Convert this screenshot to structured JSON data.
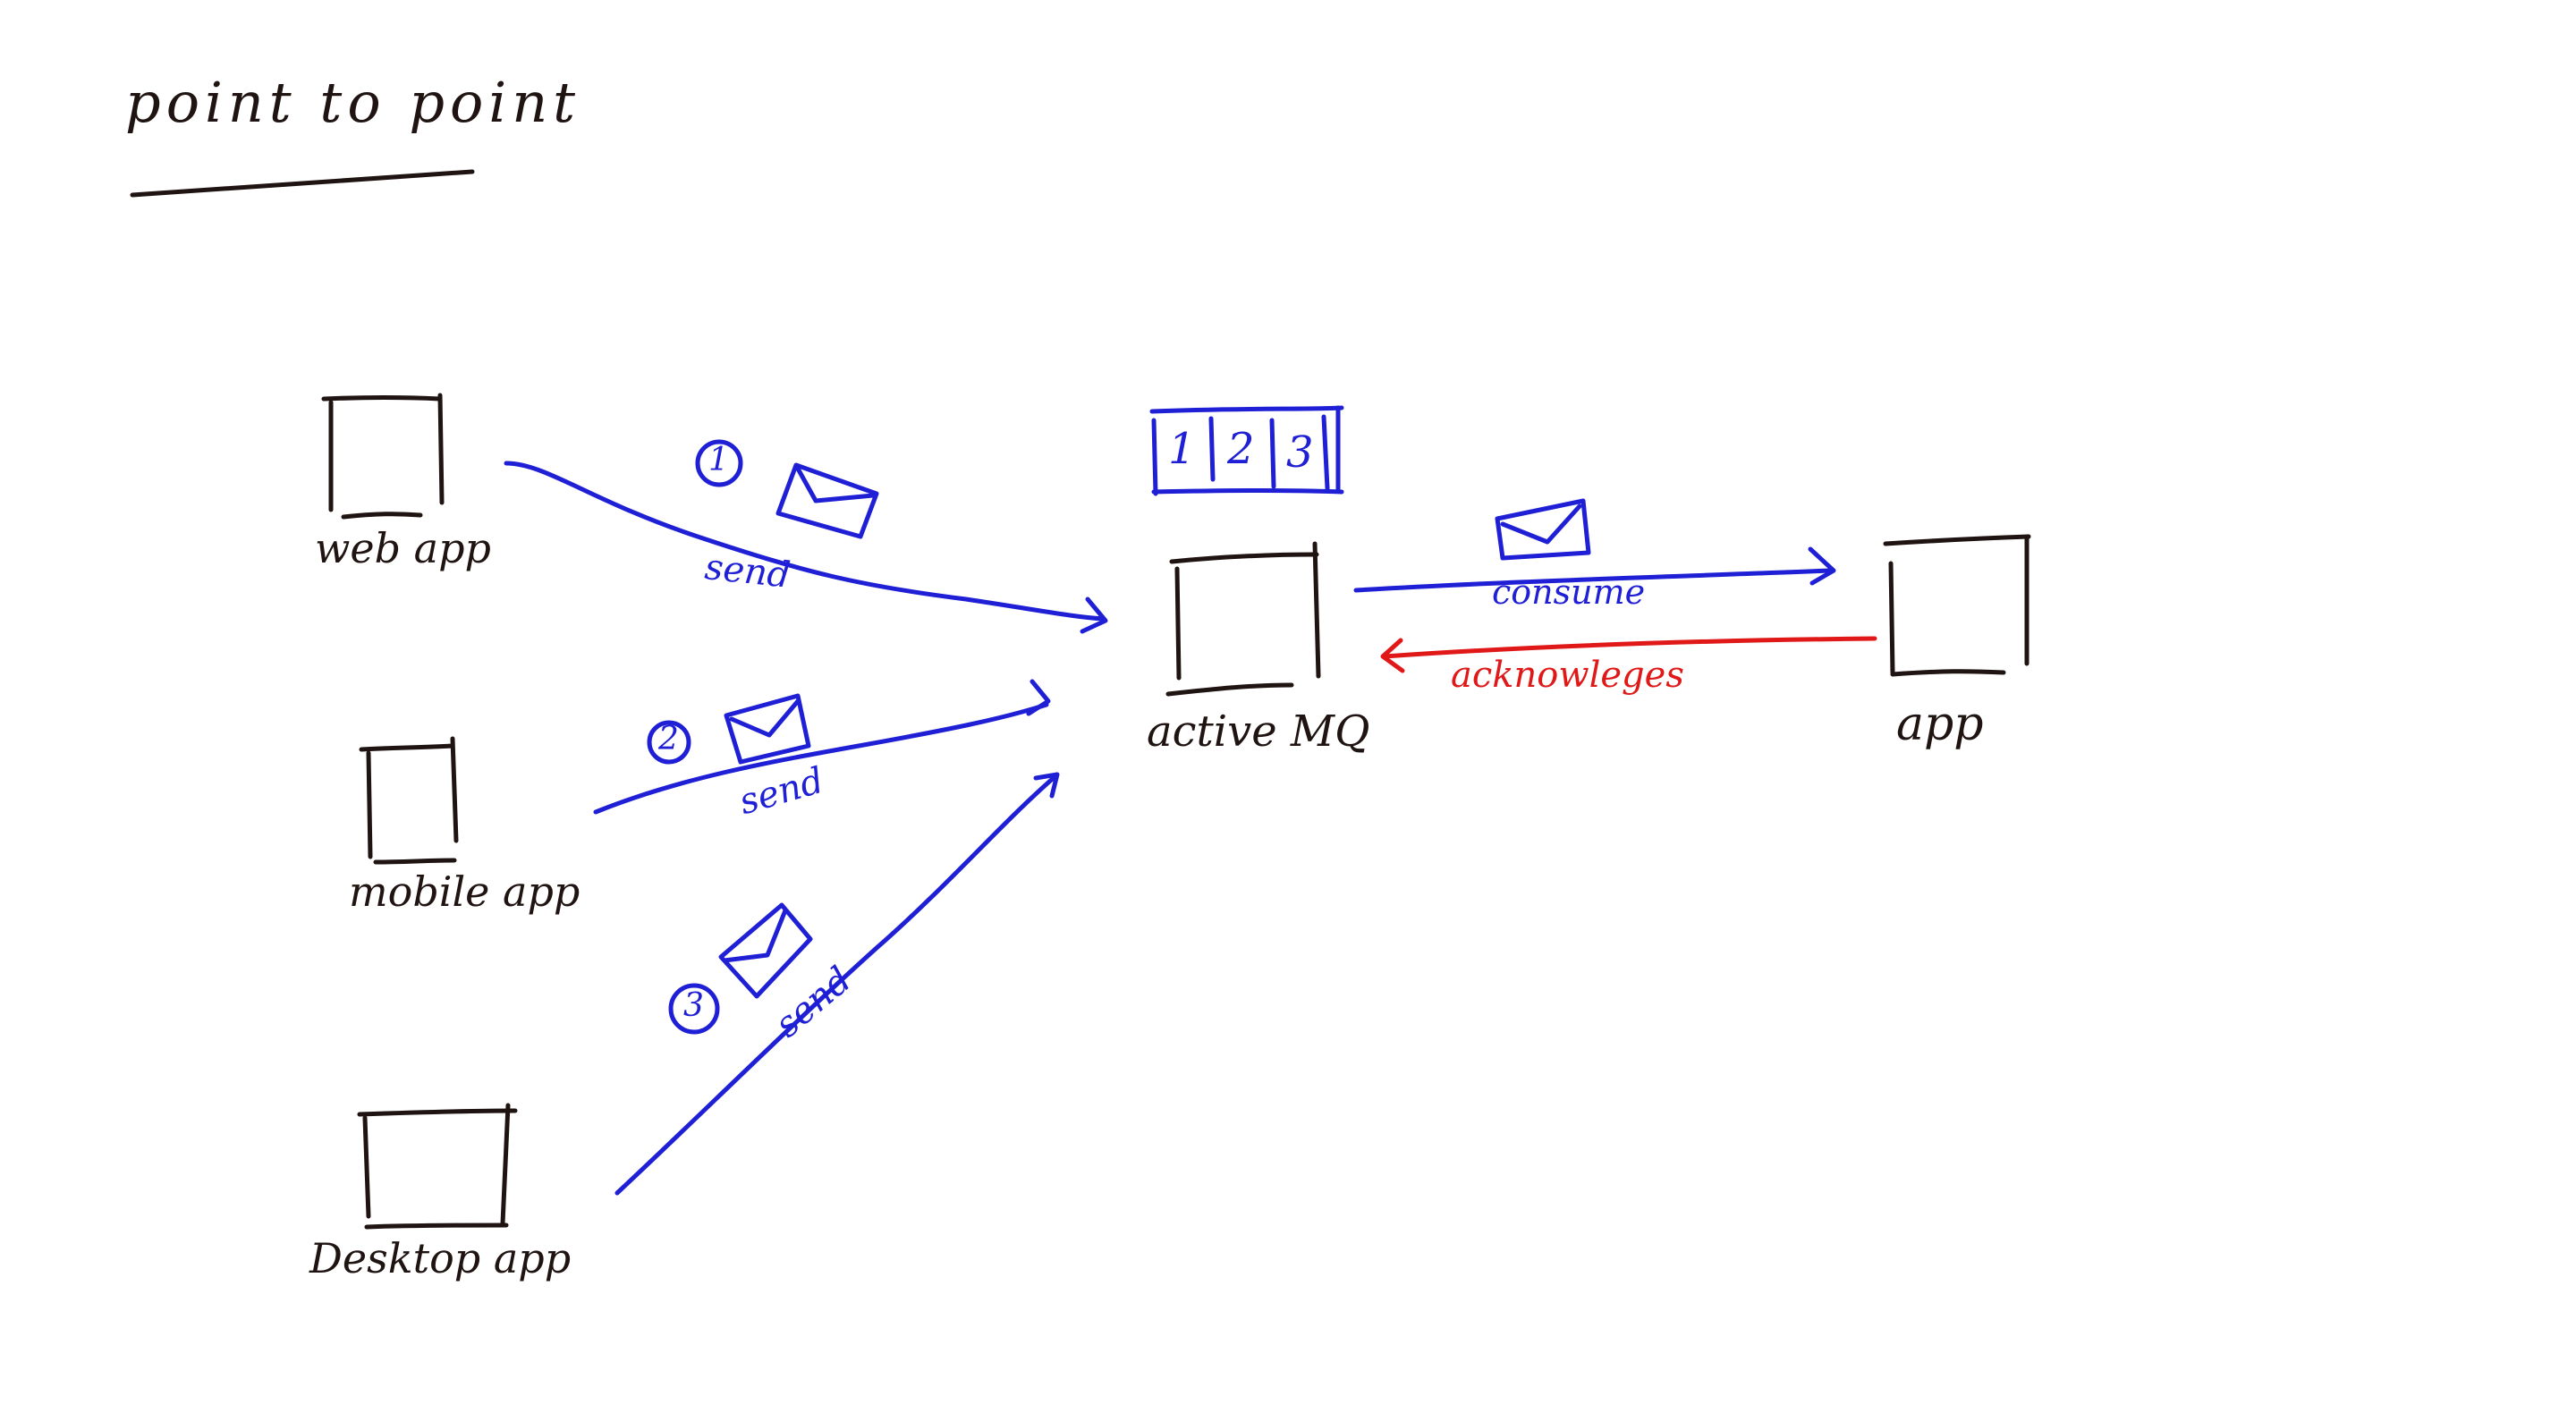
{
  "title": "point to point",
  "producers": [
    {
      "label": "web app"
    },
    {
      "label": "mobile app"
    },
    {
      "label": "Desktop app"
    }
  ],
  "broker": {
    "label": "active MQ",
    "queue_slots": [
      "1",
      "2",
      "3"
    ]
  },
  "consumer": {
    "label": "app"
  },
  "edges": {
    "send_1": {
      "step": "1",
      "label": "send"
    },
    "send_2": {
      "step": "2",
      "label": "send"
    },
    "send_3": {
      "step": "3",
      "label": "send"
    },
    "consume": {
      "label": "consume"
    },
    "ack": {
      "label": "acknowleges"
    }
  },
  "colors": {
    "ink": "#1f1411",
    "message_flow": "#1f1fd6",
    "acknowledge_flow": "#e01818"
  }
}
